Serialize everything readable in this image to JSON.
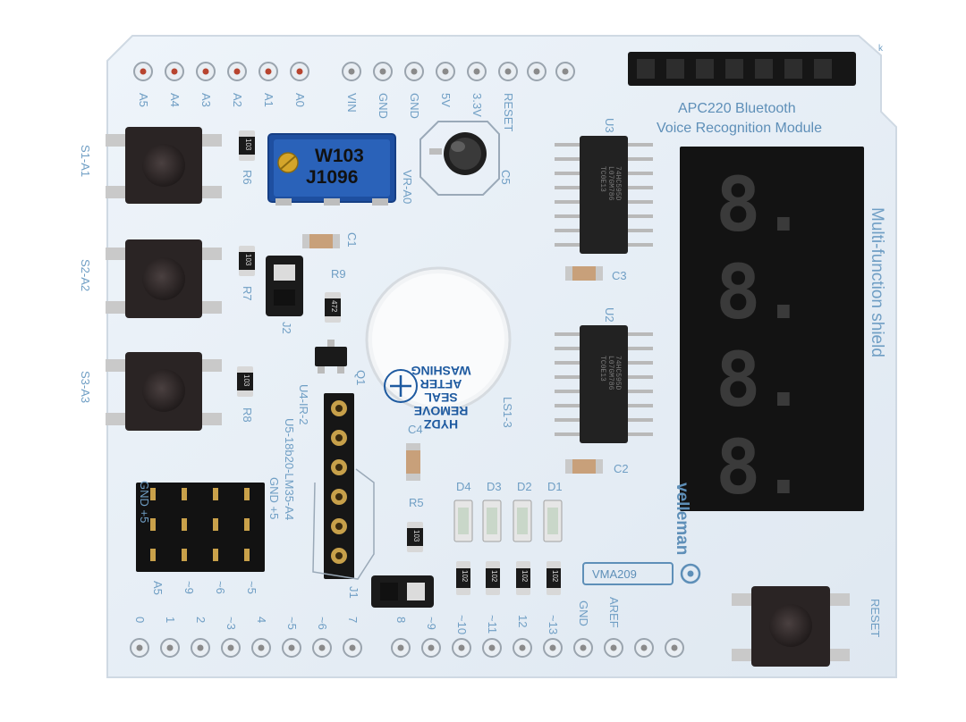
{
  "board": {
    "top_header_analog": [
      "A5",
      "A4",
      "A3",
      "A2",
      "A1",
      "A0"
    ],
    "top_header_power": [
      "VIN",
      "GND",
      "GND",
      "5V",
      "3.3V",
      "RESET"
    ],
    "module_title_line1": "APC220 Bluetooth",
    "module_title_line2": "Voice Recognition Module",
    "shield_title": "Multi-function shield",
    "buttons": [
      "S1-A1",
      "S2-A2",
      "S3-A3"
    ],
    "reset_label": "RESET",
    "resistor_labels": [
      "R6",
      "R7",
      "R8",
      "R9",
      "R5"
    ],
    "resistor_codes": [
      "103",
      "103",
      "103",
      "472",
      "103"
    ],
    "pot": {
      "line1": "W103",
      "line2": "J1096",
      "label": "VR-A0"
    },
    "cap_labels": [
      "C1",
      "C3",
      "C2",
      "C4",
      "C5"
    ],
    "chip_labels": [
      "U3",
      "U2"
    ],
    "chip_marking": "74HC595D\nL07GM786\nTC0E13",
    "buzzer_text": [
      "HYDZ",
      "REMOVE",
      "SEAL",
      "AFTER",
      "WASHING"
    ],
    "buzzer_label": "LS1-3",
    "jumper_labels": [
      "J2",
      "J1"
    ],
    "q1_label": "Q1",
    "sensor_labels": [
      "U4-IR-2",
      "U5-18b20-LM35-A4"
    ],
    "sensor_gnd": "GND +5",
    "led_labels": [
      "D4",
      "D3",
      "D2",
      "D1"
    ],
    "led_resistor_code": "102",
    "brand": "velleman",
    "model": "VMA209",
    "servo_header_labels": [
      "GND +5",
      "A5",
      "~9",
      "~6",
      "~5"
    ],
    "bottom_header_labels": [
      "0",
      "1",
      "2",
      "~3",
      "4",
      "~5",
      "~6",
      "7",
      "8",
      "~9",
      "~10",
      "~11",
      "12",
      "~13",
      "GND",
      "AREF"
    ],
    "display_digits": [
      "8.",
      "8.",
      "8.",
      "8."
    ],
    "corner_mark": "k"
  }
}
